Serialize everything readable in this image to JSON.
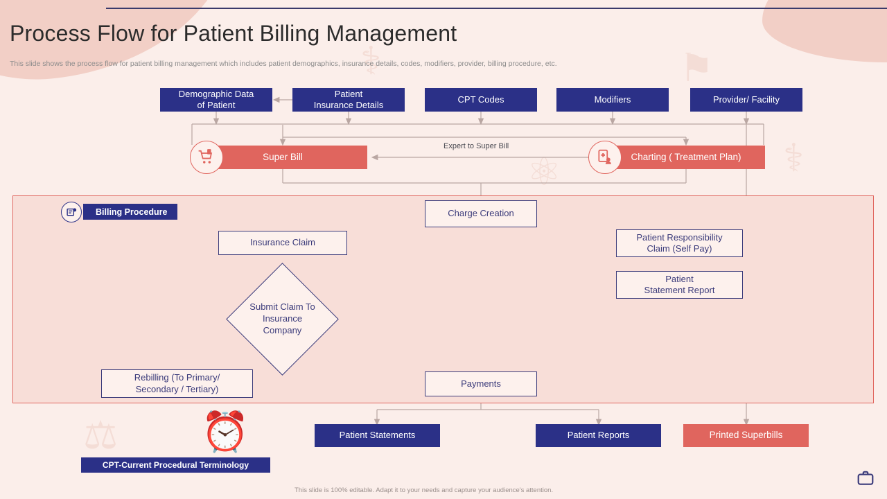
{
  "slide": {
    "title": "Process Flow for Patient Billing Management",
    "subtitle": "This slide shows the process flow for patient billing management which includes patient demographics, insurance details, codes, modifiers, provider, billing procedure, etc.",
    "footnote": "This slide is 100% editable. Adapt it to your needs and capture your audience's attention."
  },
  "colors": {
    "background": "#fbeeea",
    "blob": "#f2cfc6",
    "primary_blue": "#2b3087",
    "accent_red": "#e0655e",
    "region_fill": "#f8ded8",
    "outline_stroke": "#3a3a7a",
    "connector": "#b9a6a2",
    "title_text": "#2b2b2b",
    "subtitle_text": "#8c8c8c"
  },
  "inputs_row": [
    {
      "label": "Demographic Data\nof Patient"
    },
    {
      "label": "Patient\nInsurance Details"
    },
    {
      "label": "CPT Codes"
    },
    {
      "label": "Modifiers"
    },
    {
      "label": "Provider/ Facility"
    }
  ],
  "stage_row": [
    {
      "label": "Super Bill",
      "icon": "shopping-cart-icon"
    },
    {
      "label": "Charting ( Treatment  Plan)",
      "icon": "clipboard-patient-icon"
    }
  ],
  "region": {
    "badge": "Billing Procedure",
    "badge_icon": "billing-document-icon"
  },
  "process_nodes": [
    {
      "label": "Charge Creation"
    },
    {
      "label": "Insurance Claim"
    },
    {
      "label": "Patient Responsibility\nClaim (Self Pay)"
    },
    {
      "label": "Patient\nStatement Report"
    },
    {
      "label": "Submit Claim To\nInsurance\nCompany"
    },
    {
      "label": "Rebilling  (To Primary/\nSecondary / Tertiary)"
    },
    {
      "label": "Payments"
    }
  ],
  "outputs_row": [
    {
      "label": "Patient Statements",
      "style": "blue"
    },
    {
      "label": "Patient Reports",
      "style": "blue"
    },
    {
      "label": "Printed Superbills",
      "style": "red"
    }
  ],
  "connector_labels": [
    {
      "label": "Expert to Super Bill"
    }
  ],
  "legend": {
    "label": "CPT-Current Procedural Terminology"
  },
  "corner_icon": "briefcase-icon"
}
